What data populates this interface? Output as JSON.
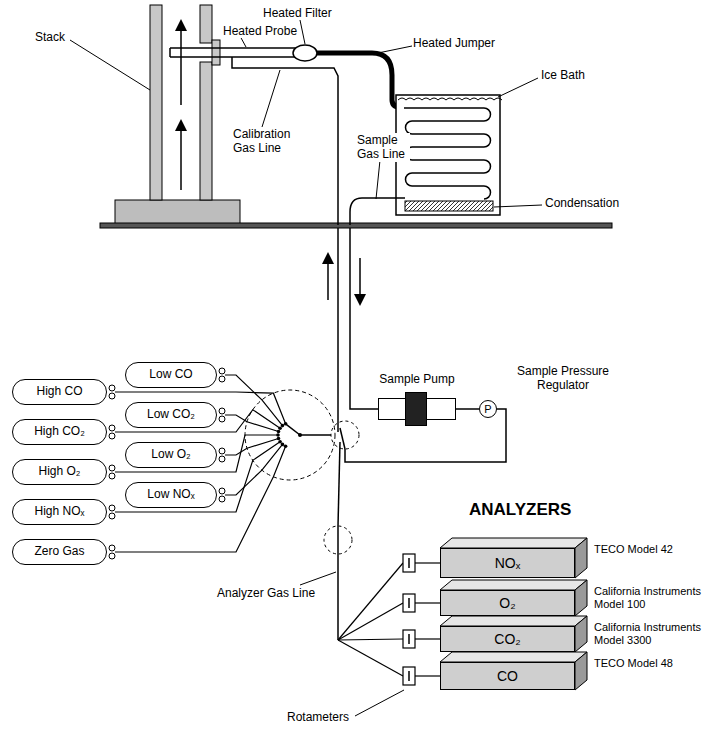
{
  "diagram": {
    "nodes": [
      {
        "text": [
          "Sample Pump"
        ]
      },
      {
        "text": [
          "P",
          "Sample Pressure Regulator"
        ]
      },
      {
        "text": [
          "High CO"
        ]
      },
      {
        "text": [
          "Low CO"
        ]
      },
      {
        "text": [
          "High CO₂"
        ]
      },
      {
        "text": [
          "Low CO₂"
        ]
      },
      {
        "text": [
          "High O₂"
        ]
      },
      {
        "text": [
          "Low O₂"
        ]
      },
      {
        "text": [
          "High NOₓ"
        ]
      },
      {
        "text": [
          "Low NOₓ"
        ]
      },
      {
        "text": [
          "Zero Gas"
        ]
      },
      {
        "text": [
          "NOₓ",
          "TECO Model 42"
        ]
      },
      {
        "text": [
          "O₂",
          "California Instruments Model 100"
        ]
      },
      {
        "text": [
          "CO₂",
          "California Instruments Model 3300"
        ]
      },
      {
        "text": [
          "CO",
          "TECO Model 48"
        ]
      }
    ],
    "edges": [
      {
        "from": 0,
        "to": 1,
        "arrow": "none"
      }
    ],
    "labels": [
      "Stack",
      "Heated Filter",
      "Heated Probe",
      "Heated Jumper",
      "Ice Bath",
      "Calibration Gas Line",
      "Sample Gas Line",
      "Condensation",
      "ANALYZERS",
      "Analyzer Gas Line",
      "Rotameters"
    ]
  }
}
